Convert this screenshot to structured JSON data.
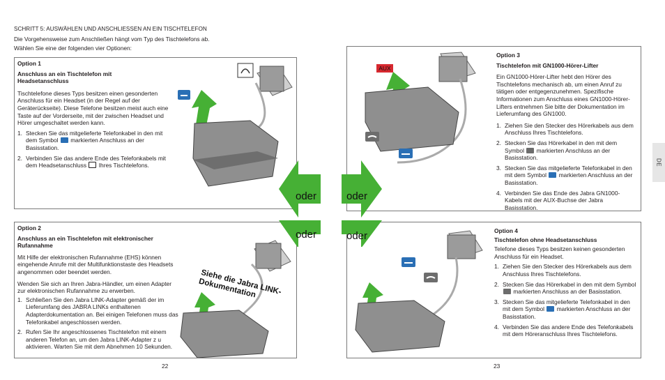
{
  "header": {
    "step_title": "SCHRITT 5: AUSWÄHLEN UND ANSCHLIESSEN AN EIN TISCHTELEFON",
    "intro_line1": "Die Vorgehensweise zum Anschließen hängt vom Typ des Tischtelefons ab.",
    "intro_line2": "Wählen Sie eine der folgenden vier Optionen:"
  },
  "or_label": "oder",
  "aux_label": "AUX",
  "link_note": "Siehe die Jabra LINK-Dokumentation",
  "side_tab": "DE",
  "page_left": "22",
  "page_right": "23",
  "option1": {
    "title": "Option 1",
    "subtitle": "Anschluss an ein Tischtelefon mit Headsetanschluss",
    "body": "Tischtelefone dieses Typs besitzen einen gesonderten Anschluss für ein Headset (in der Regel auf der Geräterückseite). Diese Telefone besitzen meist auch eine Taste auf der Vorderseite, mit der zwischen Headset und Hörer umgeschaltet werden kann.",
    "step1_a": "Stecken Sie das mitgelieferte Telefonkabel in den mit dem Symbol",
    "step1_b": "markierten Anschluss an der Basisstation.",
    "step2_a": "Verbinden Sie das andere Ende des Telefonkabels mit dem Headsetanschluss",
    "step2_b": "Ihres Tischtelefons."
  },
  "option2": {
    "title": "Option 2",
    "subtitle": "Anschluss an ein Tischtelefon mit elektronischer Rufannahme",
    "body1": "Mit Hilfe der elektronischen Rufannahme (EHS) können eingehende Anrufe mit der Multifunktionstaste des Headsets angenommen oder beendet werden.",
    "body2": "Wenden Sie sich an Ihren Jabra-Händler, um einen Adapter zur elektronischen Rufannahme zu erwerben.",
    "step1": "Schließen Sie den Jabra LINK-Adapter gemäß der im Lieferumfang des JABRA LINKs enthaltenen Adapterdokumentation an. Bei einigen Telefonen muss das Telefonkabel angeschlossen werden.",
    "step2": "Rufen Sie Ihr angeschlossenes Tischtelefon mit einem anderen Telefon an, um den Jabra LINK-Adapter z u aktivieren. Warten Sie mit dem Abnehmen 10 Sekunden."
  },
  "option3": {
    "title": "Option 3",
    "subtitle": "Tischtelefon mit GN1000-Hörer-Lifter",
    "body": "Ein GN1000-Hörer-Lifter hebt den Hörer des Tischtelefons mechanisch ab, um einen Anruf zu tätigen oder entgegenzunehmen. Spezifische Informationen zum Anschluss eines GN1000-Hörer-Lifters entnehmen Sie bitte der Dokumentation im Lieferumfang des GN1000.",
    "step1": "Ziehen Sie den Stecker des Hörerkabels aus dem Anschluss Ihres Tischtelefons.",
    "step2_a": "Stecken Sie das Hörerkabel in den mit dem Symbol",
    "step2_b": "markierten Anschluss an der Basisstation.",
    "step3_a": "Stecken Sie das mitgelieferte Telefonkabel in den mit dem Symbol",
    "step3_b": "markierten Anschluss an der Basisstation.",
    "step4": "Verbinden Sie das Ende des Jabra GN1000-Kabels mit der AUX-Buchse der Jabra Basisstation."
  },
  "option4": {
    "title": "Option 4",
    "subtitle": "Tischtelefon ohne Headsetanschluss",
    "body": "Telefone dieses Typs besitzen keinen gesonderten Anschluss für ein Headset.",
    "step1": "Ziehen Sie den Stecker des Hörerkabels aus dem Anschluss Ihres Tischtelefons.",
    "step2_a": "Stecken Sie das Hörerkabel in den mit dem Symbol",
    "step2_b": "markierten Anschluss an der Basisstation.",
    "step3_a": "Stecken Sie das mitgelieferte Telefonkabel in den mit dem Symbol",
    "step3_b": "markierten Anschluss an der Basisstation.",
    "step4": "Verbinden Sie das andere Ende des Telefonkabels mit dem Höreranschluss Ihres Tischtelefons."
  },
  "colors": {
    "green_arrow": "#46b035",
    "blue_symbol": "#2a6fb5",
    "grey_symbol": "#6d6d6d",
    "aux_red": "#d7282f"
  }
}
